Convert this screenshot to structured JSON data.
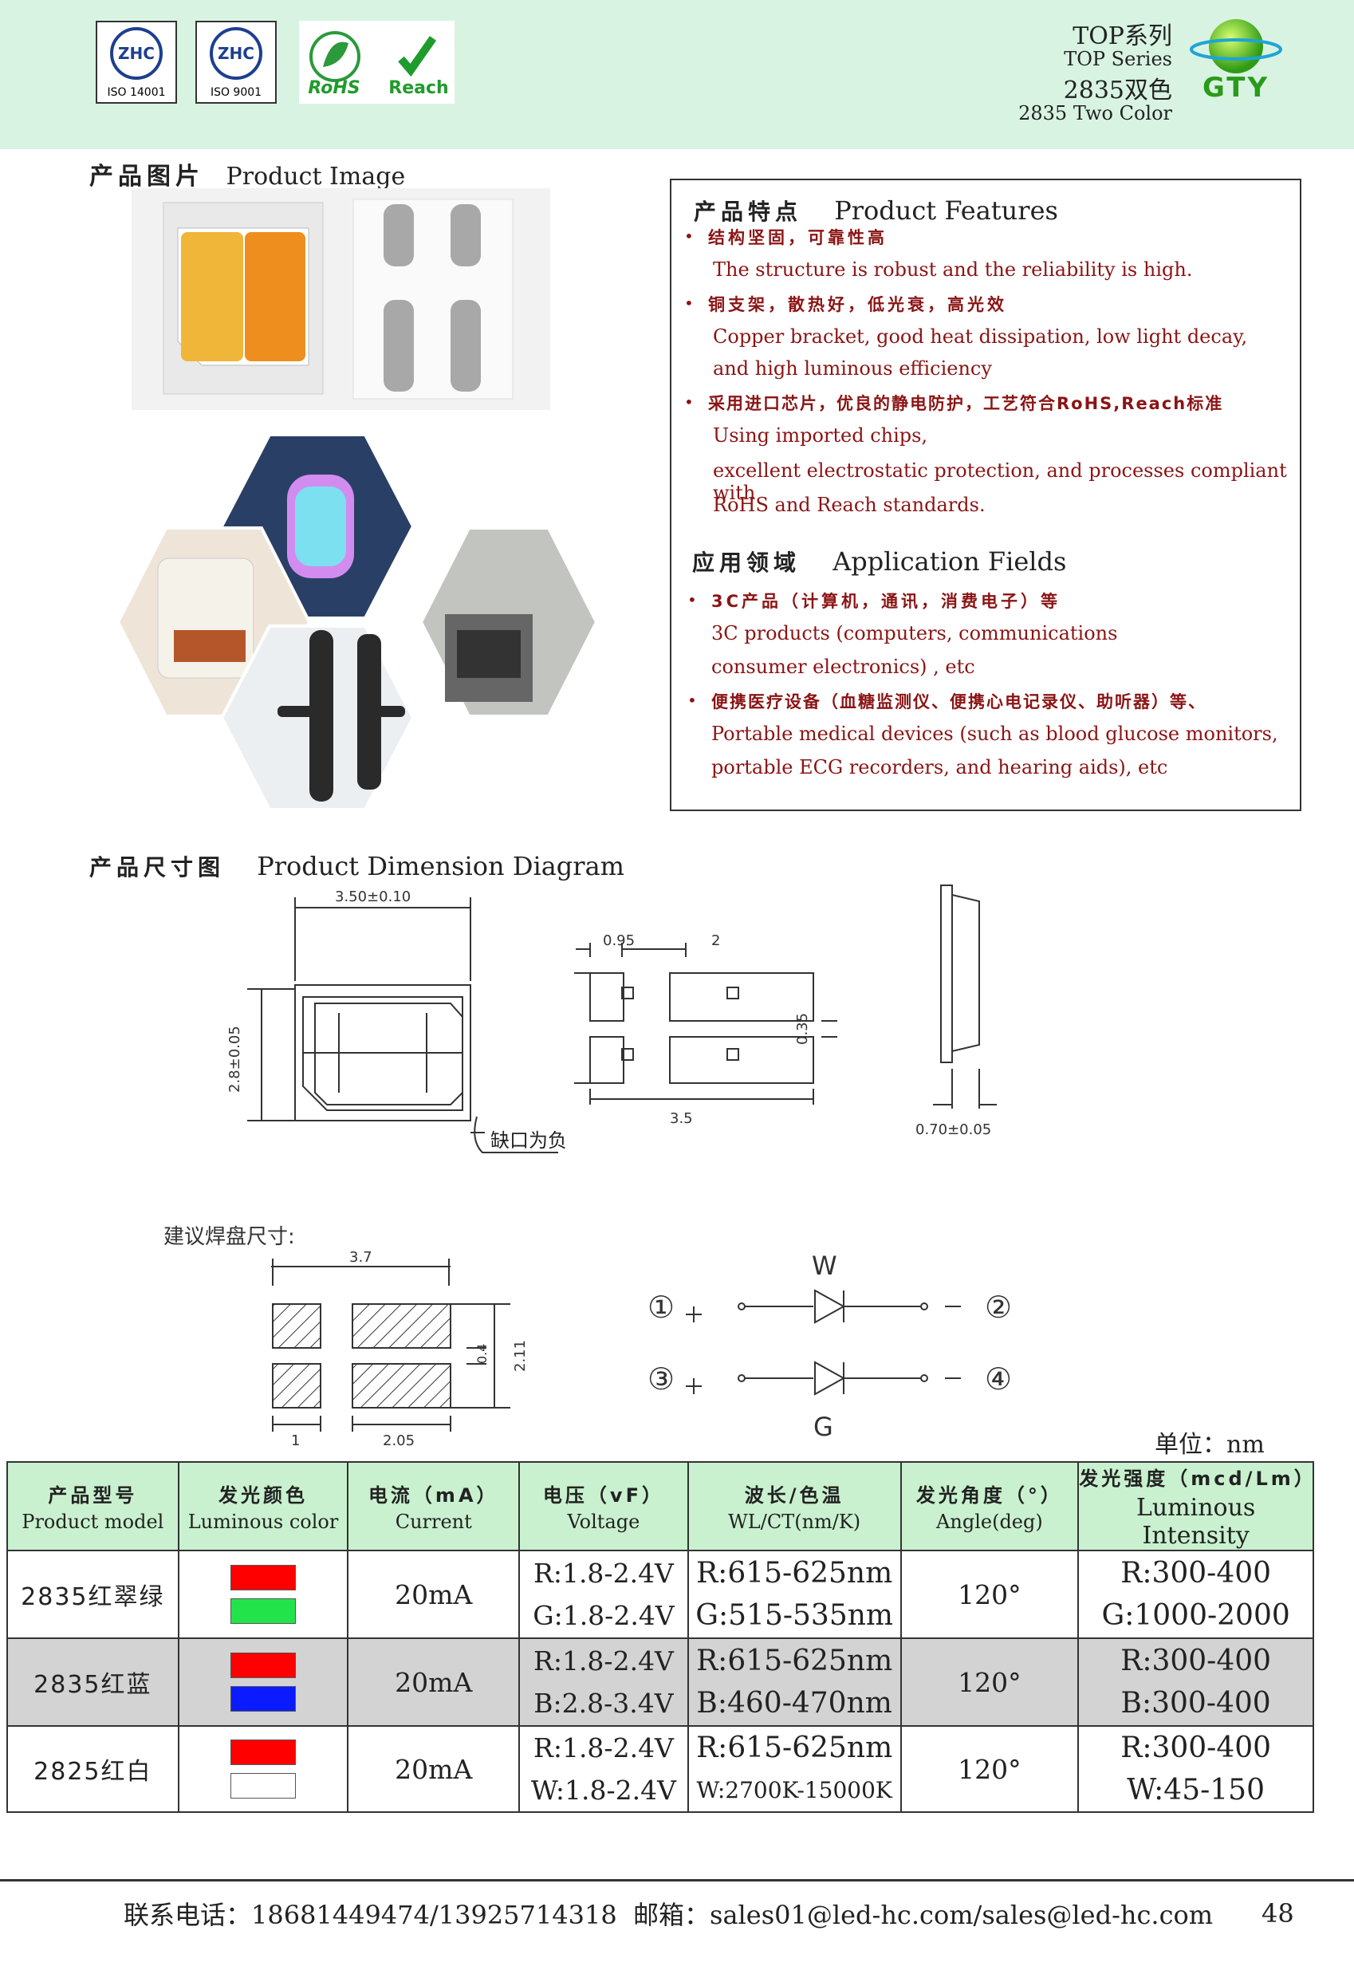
{
  "header": {
    "certs": [
      "ISO 14001",
      "ISO 9001"
    ],
    "rohs_label": "RoHS",
    "reach_label": "Reach",
    "series_zh": "TOP系列",
    "series_en": "TOP Series",
    "model_zh": "2835双色",
    "model_en": "2835 Two Color",
    "brand": "GTY"
  },
  "product_image": {
    "title_zh": "产品图片",
    "title_en": "Product Image"
  },
  "features": {
    "title_zh": "产品特点",
    "title_en": "Product Features",
    "items": [
      {
        "zh": "结构坚固，可靠性高",
        "en": [
          "The structure is robust and the reliability is high."
        ]
      },
      {
        "zh": "铜支架，散热好，低光衰，高光效",
        "en": [
          "Copper bracket, good heat dissipation, low light decay,",
          "and high luminous efficiency"
        ]
      },
      {
        "zh": "采用进口芯片，优良的静电防护，工艺符合RoHS,Reach标准",
        "en": [
          "Using imported chips,",
          "excellent electrostatic protection, and processes compliant with",
          "RoHS and Reach standards."
        ]
      }
    ]
  },
  "applications": {
    "title_zh": "应用领域",
    "title_en": "Application Fields",
    "items": [
      {
        "zh": "3C产品（计算机，通讯，消费电子）等",
        "en": [
          "3C products (computers, communications",
          "consumer electronics) , etc"
        ]
      },
      {
        "zh": "便携医疗设备（血糖监测仪、便携心电记录仪、助听器）等、",
        "en": [
          "Portable medical devices (such as blood glucose monitors,",
          "portable ECG recorders, and hearing aids), etc"
        ]
      }
    ]
  },
  "dimension": {
    "title_zh": "产品尺寸图",
    "title_en": "Product Dimension Diagram",
    "top_width": "3.50±0.10",
    "side_height": "2.8±0.05",
    "notch_note": "缺口为负",
    "pad_a": "0.95",
    "pad_b": "2",
    "pad_gap": "0.35",
    "pad_total": "3.5",
    "thickness": "0.70±0.05",
    "solder_title": "建议焊盘尺寸:",
    "solder_width": "3.7",
    "solder_gap": "0.4",
    "solder_height": "2.11",
    "solder_small": "1",
    "solder_big": "2.05",
    "circuit": {
      "top_label": "W",
      "bottom_label": "G",
      "pins": [
        "①",
        "②",
        "③",
        "④"
      ]
    }
  },
  "unit": "单位：nm",
  "table": {
    "headers": [
      {
        "zh": "产品型号",
        "en": "Product model"
      },
      {
        "zh": "发光颜色",
        "en": "Luminous color"
      },
      {
        "zh": "电流（mA）",
        "en": "Current"
      },
      {
        "zh": "电压（vF）",
        "en": "Voltage"
      },
      {
        "zh": "波长/色温",
        "en": "WL/CT(nm/K)"
      },
      {
        "zh": "发光角度（°）",
        "en": "Angle(deg)"
      },
      {
        "zh": "发光强度（mcd/Lm）",
        "en": "Luminous Intensity"
      }
    ],
    "rows": [
      {
        "model": "2835红翠绿",
        "colors": [
          "#ff0000",
          "#22e44a"
        ],
        "current": "20mA",
        "voltage": [
          "R:1.8-2.4V",
          "G:1.8-2.4V"
        ],
        "wl": [
          "R:615-625nm",
          "G:515-535nm"
        ],
        "angle": "120°",
        "intensity": [
          "R:300-400",
          "G:1000-2000"
        ]
      },
      {
        "model": "2835红蓝",
        "colors": [
          "#ff0000",
          "#0a1cff"
        ],
        "current": "20mA",
        "voltage": [
          "R:1.8-2.4V",
          "B:2.8-3.4V"
        ],
        "wl": [
          "R:615-625nm",
          "B:460-470nm"
        ],
        "angle": "120°",
        "intensity": [
          "R:300-400",
          "B:300-400"
        ]
      },
      {
        "model": "2825红白",
        "colors": [
          "#ff0000",
          "#ffffff"
        ],
        "current": "20mA",
        "voltage": [
          "R:1.8-2.4V",
          "W:1.8-2.4V"
        ],
        "wl": [
          "R:615-625nm",
          "W:2700K-15000K"
        ],
        "angle": "120°",
        "intensity": [
          "R:300-400",
          "W:45-150"
        ]
      }
    ]
  },
  "footer": {
    "contact": "联系电话：18681449474/13925714318  邮箱：sales01@led-hc.com/sales@led-hc.com",
    "page": "48"
  }
}
